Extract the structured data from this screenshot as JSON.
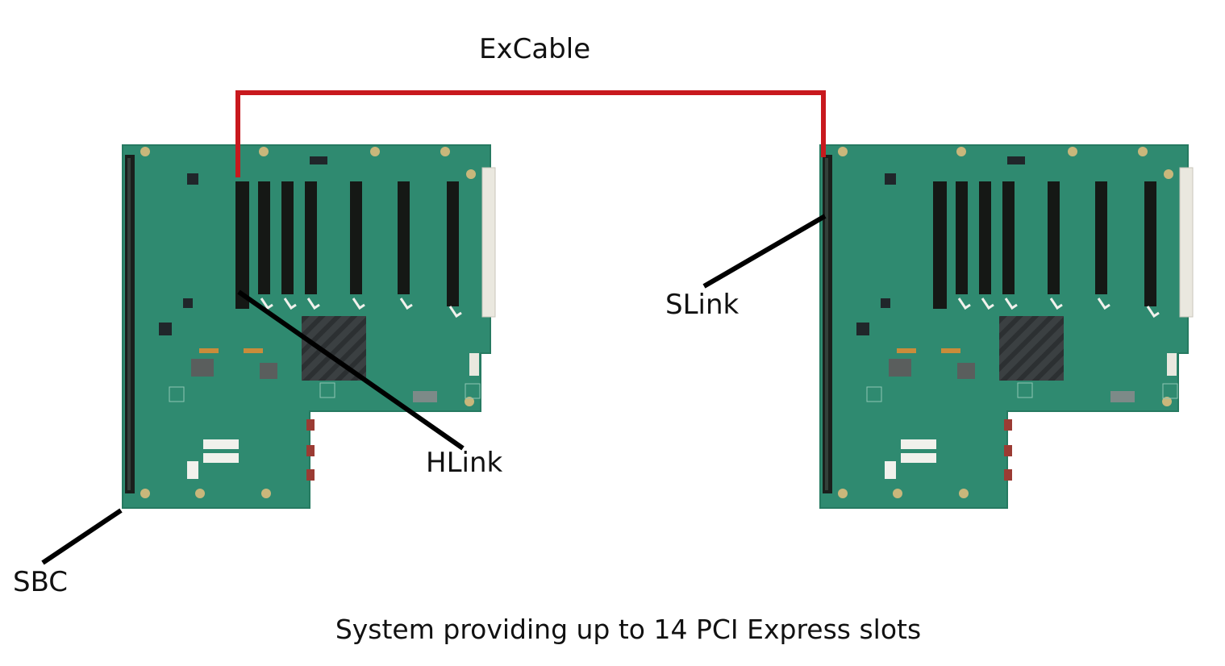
{
  "labels": {
    "excable": "ExCable",
    "slink": "SLink",
    "hlink": "HLink",
    "sbc": "SBC",
    "caption": "System providing up to 14 PCI Express slots"
  },
  "colors": {
    "pcb": "#2f8a70",
    "pcb_edge": "#267a61",
    "slot": "#151815",
    "chip": "#3b4042",
    "cable": "#c8191e",
    "pointer": "#000000"
  }
}
